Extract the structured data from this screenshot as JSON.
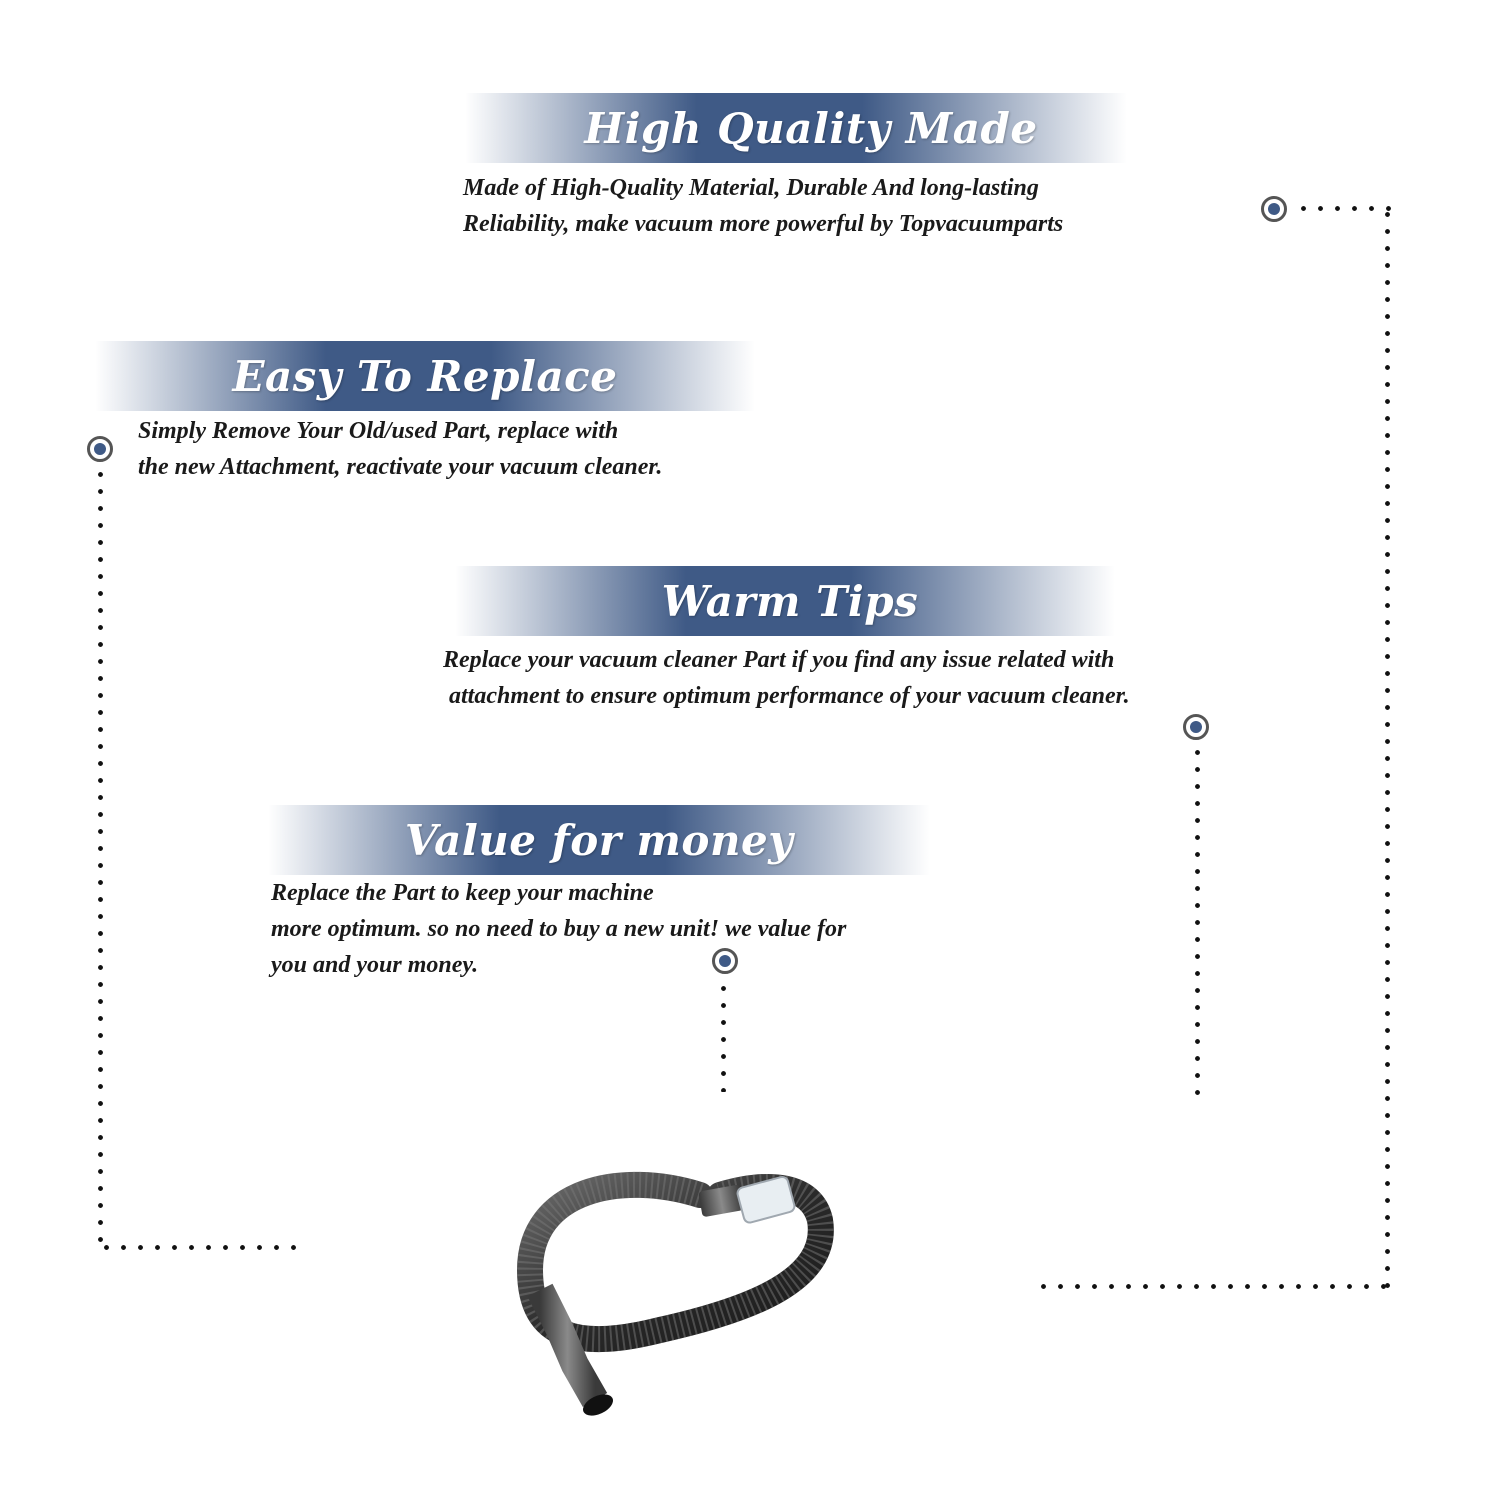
{
  "colors": {
    "banner_blue": "#3f5a86",
    "marker_blue": "#3f5a86",
    "text": "#1a1a1a",
    "dots": "#111111"
  },
  "sections": {
    "high_quality": {
      "title": "High Quality Made",
      "line1": "Made of  High-Quality Material, Durable And long-lasting",
      "line2": "Reliability, make vacuum more powerful by Topvacuumparts"
    },
    "easy_replace": {
      "title": "Easy To Replace",
      "line1": "Simply Remove Your Old/used Part, replace with",
      "line2": "the new Attachment, reactivate your vacuum cleaner."
    },
    "warm_tips": {
      "title": "Warm Tips",
      "line1": "Replace your vacuum cleaner Part if you find any issue related with",
      "line2": " attachment to ensure optimum performance of your vacuum cleaner."
    },
    "value_money": {
      "title": "Value for money",
      "line1": "Replace the Part to keep your machine",
      "line2": "more optimum. so no need to buy a new unit! we value for",
      "line3": "you and your money."
    }
  },
  "product_image": "vacuum-hose"
}
